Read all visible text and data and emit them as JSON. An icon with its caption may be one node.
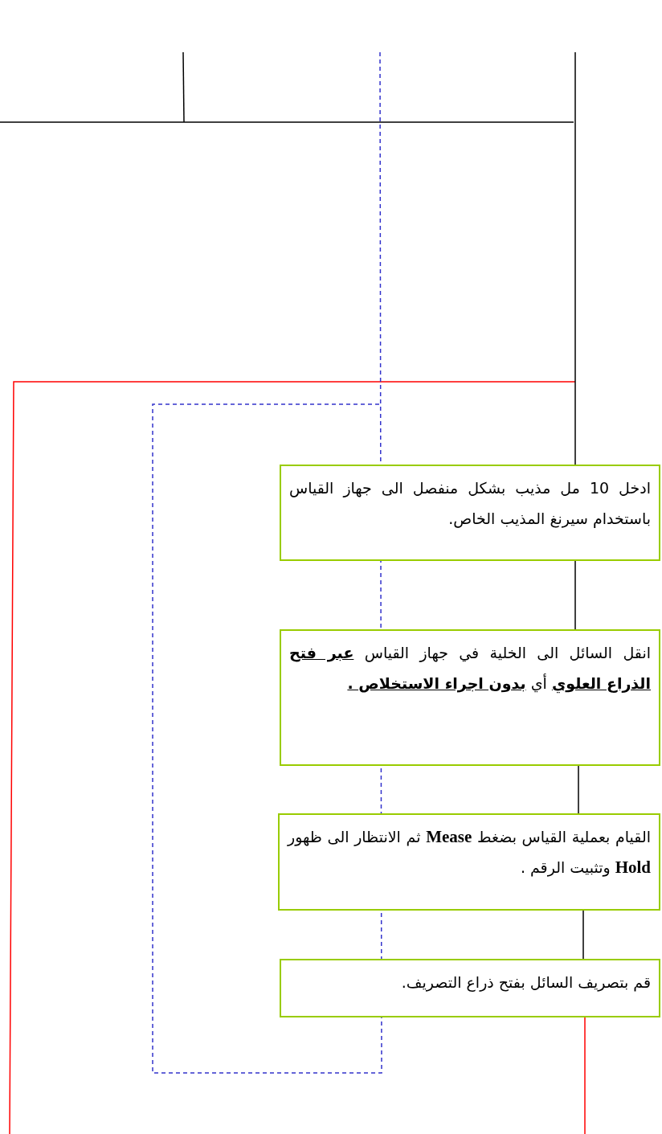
{
  "diagram": {
    "nodes": [
      {
        "text": [
          "ادخل 10 مل مذيب بشكل منفصل الى جهاز القياس باستخدام سيرنغ المذيب الخاص."
        ]
      },
      {
        "text": [
          "انقل السائل الى الخلية في جهاز القياس **عبر فتح الذراع العلوي** أي **بدون اجراء الاستخلاص .**"
        ]
      },
      {
        "text": [
          "القيام بعملية القياس بضغط **Mease** ثم الانتظار الى ظهور **Hold** وتثبيت الرقم ."
        ]
      },
      {
        "text": [
          "قم بتصريف السائل بفتح ذراع التصريف."
        ]
      }
    ],
    "edges": [
      {
        "from": null,
        "to": 0,
        "arrow": "none"
      },
      {
        "from": 0,
        "to": 1,
        "arrow": "none"
      },
      {
        "from": 1,
        "to": 2,
        "arrow": "none"
      },
      {
        "from": 2,
        "to": 3,
        "arrow": "none"
      },
      {
        "from": 3,
        "to": null,
        "arrow": "none",
        "color": "#ff0000"
      }
    ]
  }
}
